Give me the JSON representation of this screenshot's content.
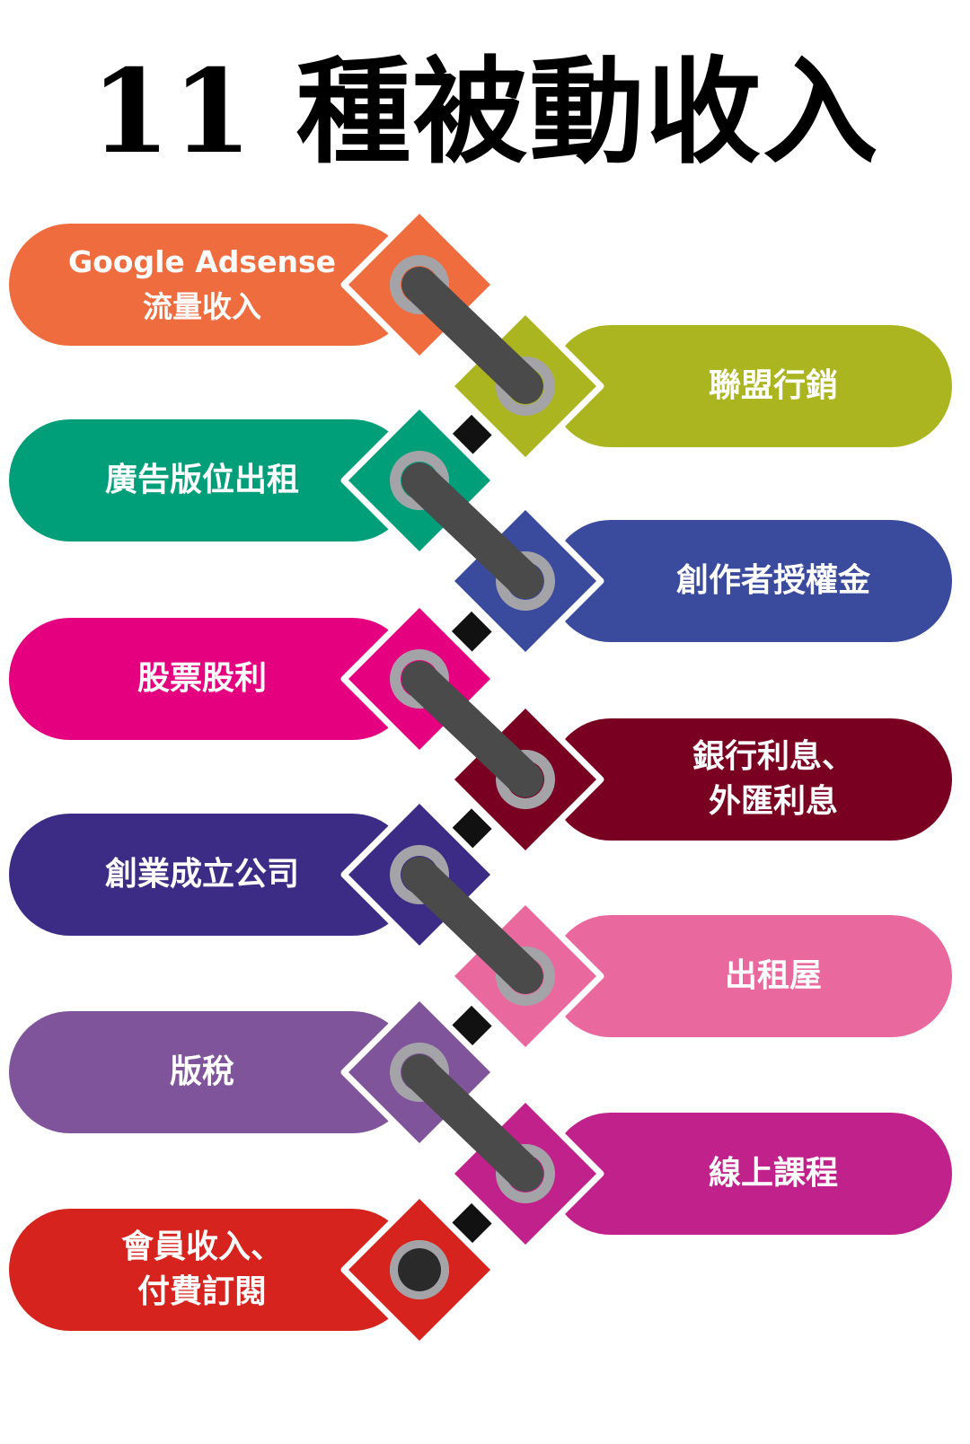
{
  "title": "11 種被動收入",
  "items": [
    {
      "label": "Google Adsense\n流量收入",
      "color": "#EF6C3F",
      "side": "left"
    },
    {
      "label": "聯盟行銷",
      "color": "#ABB51F",
      "side": "right"
    },
    {
      "label": "廣告版位出租",
      "color": "#019E7A",
      "side": "left"
    },
    {
      "label": "創作者授權金",
      "color": "#3A4A9C",
      "side": "right"
    },
    {
      "label": "股票股利",
      "color": "#E5007F",
      "side": "left"
    },
    {
      "label": "銀行利息、\n外匯利息",
      "color": "#7A0021",
      "side": "right"
    },
    {
      "label": "創業成立公司",
      "color": "#3D2C85",
      "side": "left"
    },
    {
      "label": "出租屋",
      "color": "#E9699E",
      "side": "right"
    },
    {
      "label": "版稅",
      "color": "#7F549B",
      "side": "left"
    },
    {
      "label": "線上課程",
      "color": "#C1218A",
      "side": "right"
    },
    {
      "label": "會員收入、\n付費訂閱",
      "color": "#D6231E",
      "side": "left"
    }
  ],
  "chain_colors": {
    "link": "#4A4A4A",
    "ring": "#A4A4A8",
    "end_hole": "#2A2A2A",
    "connector": "#111111"
  }
}
